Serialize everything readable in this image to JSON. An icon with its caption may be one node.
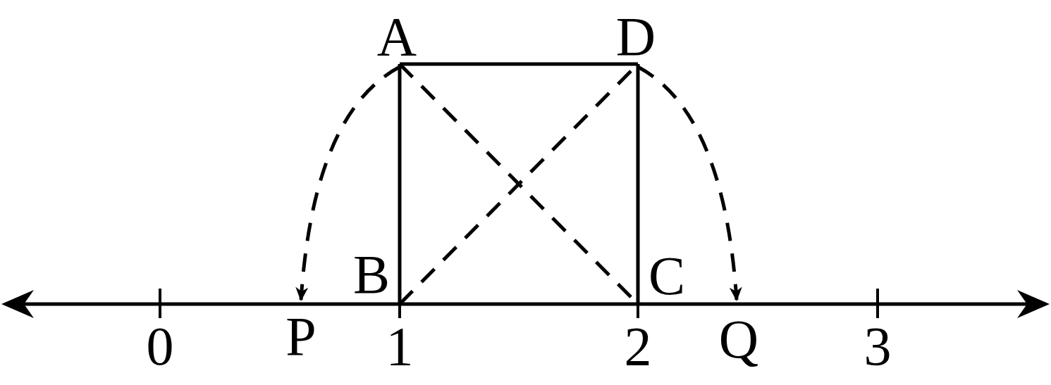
{
  "diagram": {
    "nodes": [
      {
        "text": [
          "A"
        ]
      },
      {
        "text": [
          "D"
        ]
      },
      {
        "text": [
          "B"
        ]
      },
      {
        "text": [
          "C"
        ]
      },
      {
        "text": [
          "P"
        ]
      },
      {
        "text": [
          "Q"
        ]
      }
    ],
    "edges": [
      {
        "from": 0,
        "to": 1,
        "arrow": "none"
      },
      {
        "from": 0,
        "to": 2,
        "arrow": "none"
      },
      {
        "from": 1,
        "to": 3,
        "arrow": "none"
      },
      {
        "from": 0,
        "to": 3,
        "arrow": "none",
        "style": "dashed"
      },
      {
        "from": 2,
        "to": 1,
        "arrow": "none",
        "style": "dashed"
      },
      {
        "from": 0,
        "to": 4,
        "arrow": "to",
        "style": "dashed"
      },
      {
        "from": 1,
        "to": 5,
        "arrow": "to",
        "style": "dashed"
      }
    ],
    "labels": [
      "0",
      "1",
      "2",
      "3"
    ]
  }
}
